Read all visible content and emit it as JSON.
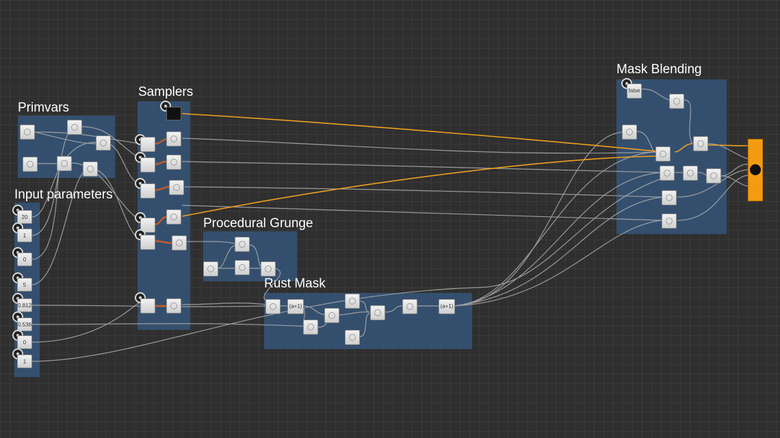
{
  "groups": {
    "primvars": "Primvars",
    "samplers": "Samplers",
    "input_parameters": "Input parameters",
    "procedural_grunge": "Procedural Grunge",
    "rust_mask": "Rust Mask",
    "mask_blending": "Mask Blending"
  },
  "input_values": [
    "20",
    "1",
    "0",
    "5",
    "0.812",
    "0.536",
    "0",
    "1"
  ],
  "mask_blending": {
    "bool_value": "false"
  },
  "rust_mask": {
    "op_a": "(a+1)",
    "op_b": "(a+1)"
  },
  "colors": {
    "background": "#2f2f2f",
    "grid": "#3a3a3a",
    "backdrop": "#365880",
    "wire": "#a8a8a8",
    "wire_highlight": "#f0a020",
    "output_node": "#f39c12"
  }
}
